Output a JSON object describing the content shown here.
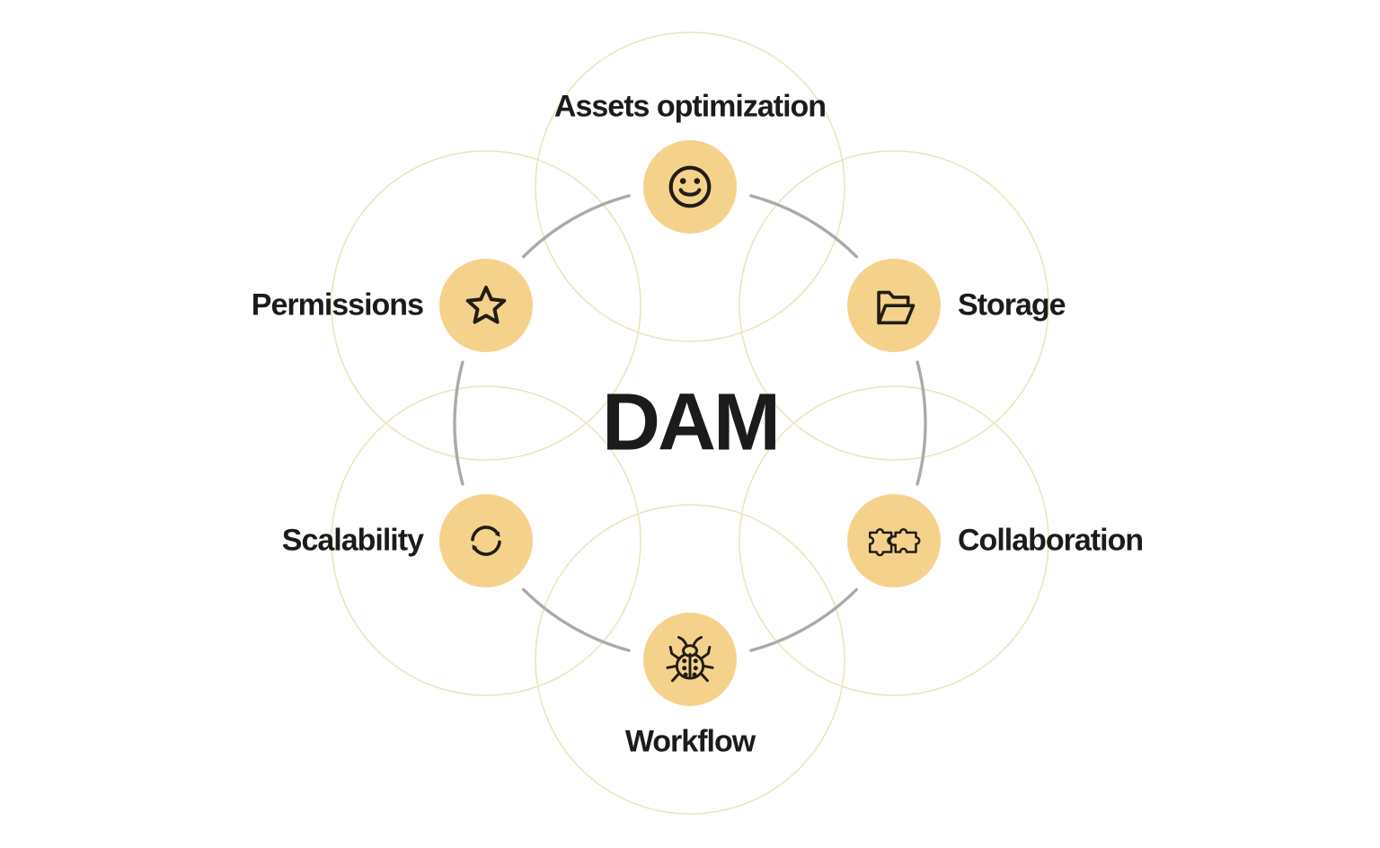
{
  "title": {
    "text": "DAM"
  },
  "nodes": [
    {
      "label": "Assets optimization",
      "icon": "smiley-face-icon"
    },
    {
      "label": "Storage",
      "icon": "open-folder-icon"
    },
    {
      "label": "Collaboration",
      "icon": "puzzle-pieces-icon"
    },
    {
      "label": "Workflow",
      "icon": "ladybug-icon"
    },
    {
      "label": "Scalability",
      "icon": "sync-arrows-icon"
    },
    {
      "label": "Permissions",
      "icon": "star-icon"
    }
  ],
  "colors": {
    "background": "#ffffff",
    "node_fill": "#f5d28c",
    "icon_stroke": "#221d13",
    "halo_circle": "#ebe4ba",
    "connector": "#aaaaaa",
    "text": "#1b1b1b"
  }
}
